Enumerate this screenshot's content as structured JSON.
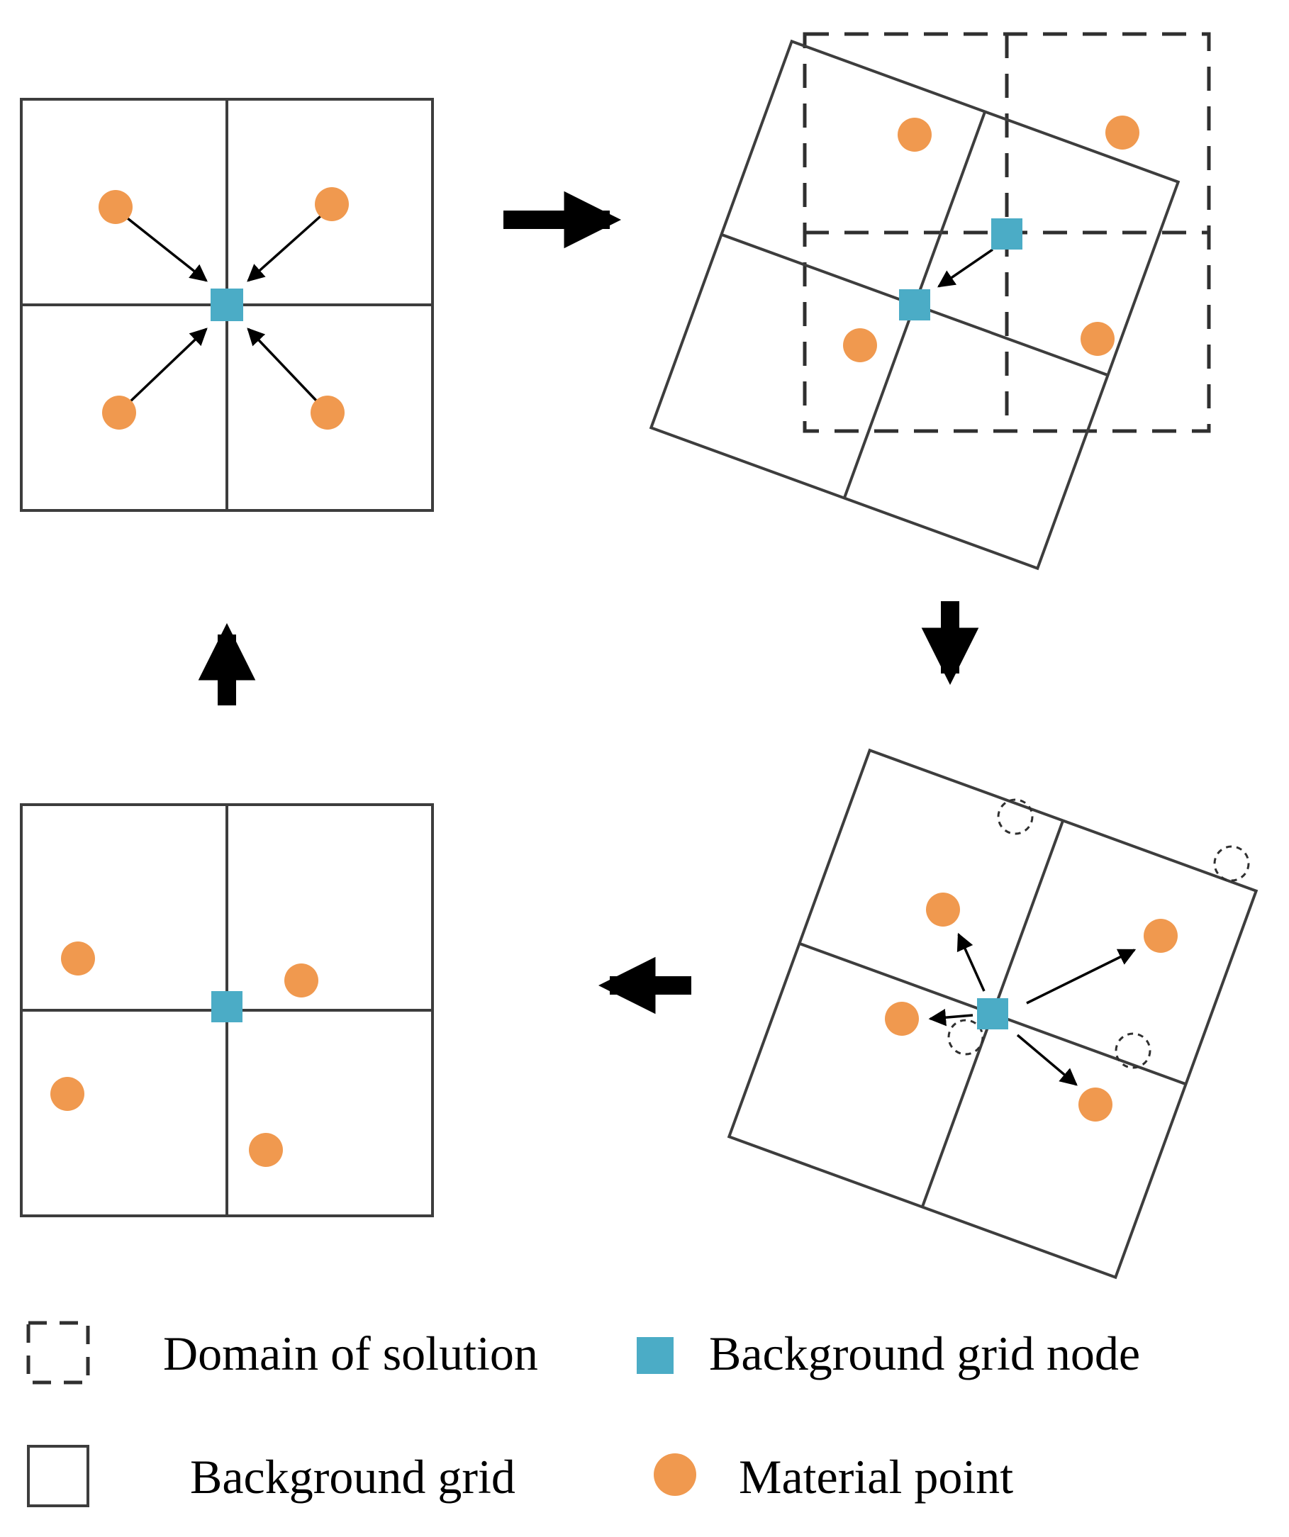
{
  "colors": {
    "material_point": "#F0994F",
    "grid_node": "#4BACC6",
    "line": "#3D3D3D",
    "arrow": "#000000",
    "background": "#FFFFFF"
  },
  "legend": {
    "items": [
      {
        "icon": "dashed-square-icon",
        "label": "Domain of solution"
      },
      {
        "icon": "grid-node-icon",
        "label": "Background grid node"
      },
      {
        "icon": "solid-square-icon",
        "label": "Background grid"
      },
      {
        "icon": "material-point-icon",
        "label": "Material point"
      }
    ]
  }
}
